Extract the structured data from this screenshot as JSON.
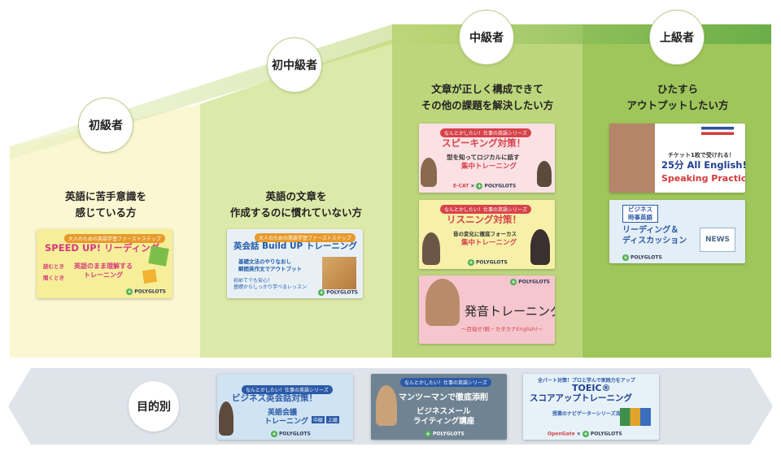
{
  "levels": {
    "beginner": {
      "label": "初級者",
      "description": [
        "英語に苦手意識を",
        "感じている方"
      ]
    },
    "lower_intermediate": {
      "label": "初中級者",
      "description": [
        "英語の文章を",
        "作成するのに慣れていない方"
      ]
    },
    "intermediate": {
      "label": "中級者",
      "description": [
        "文章が正しく構成できて",
        "その他の課題を解決したい方"
      ]
    },
    "advanced": {
      "label": "上級者",
      "description": [
        "ひたすら",
        "アウトプットしたい方"
      ]
    }
  },
  "purpose": {
    "label": "目的別"
  },
  "banners": {
    "speedup": {
      "tag": "大人のための英語学習ファーストステップ",
      "title": "SPEED UP! リーディング",
      "chips": [
        "読むとき",
        "聞くとき"
      ],
      "sub": [
        "英語のまま理解する",
        "トレーニング"
      ],
      "logo": "POLYGLOTS"
    },
    "buildup": {
      "tag": "大人のための英語学習ファーストステップ",
      "title": "英会話 Build UP トレーニング",
      "checks": [
        "基礎文法のやりなおし",
        "瞬間英作文でアウトプット"
      ],
      "note": [
        "初めてでも安心！",
        "基礎からしっかり学べるレッスン"
      ],
      "logo": "POLYGLOTS"
    },
    "speaking": {
      "tag": "なんとかしたい！仕事の英語シリーズ",
      "title": "スピーキング対策！",
      "sub": [
        "型を知ってロジカルに話す",
        "集中トレーニング"
      ],
      "logo_left": "E-CAT",
      "logo_x": "×",
      "logo": "POLYGLOTS"
    },
    "listening": {
      "tag": "なんとかしたい！仕事の英語シリーズ",
      "title": "リスニング対策！",
      "sub": [
        "音の変化に徹底フォーカス",
        "集中トレーニング"
      ],
      "logo": "POLYGLOTS"
    },
    "pronunciation": {
      "title": "発音トレーニング",
      "sub": "〜目指せ!脱・カタカナEnglish!〜",
      "logo": "POLYGLOTS"
    },
    "allenglish": {
      "tag": "チケット1枚で受けれる！",
      "title": "25分 All English!",
      "sub": "Speaking Practice"
    },
    "jiji": {
      "badge": [
        "ビジネス",
        "時事英語"
      ],
      "title": [
        "リーディング＆",
        "ディスカッション"
      ],
      "news": "NEWS",
      "logo": "POLYGLOTS"
    },
    "business_conv": {
      "tag": "なんとかしたい！仕事の英語シリーズ",
      "title": "ビジネス英会話対策！",
      "sub": [
        "英語会議",
        "トレーニング"
      ],
      "badge": "中級",
      "badge2": "上級",
      "logo": "POLYGLOTS"
    },
    "email": {
      "tag": "なんとかしたい！仕事の英語シリーズ",
      "title": "マンツーマンで徹底添削",
      "sub": [
        "ビジネスメール",
        "ライティング講座"
      ],
      "logo": "POLYGLOTS"
    },
    "toeic": {
      "tag": "全パート対策！プロと学んで実践力をアップ",
      "title": [
        "TOEIC®",
        "スコアアップトレーニング"
      ],
      "sub": "授業のナビゲーターシリーズ活用",
      "logo_left": "OpenGate",
      "logo_x": "×",
      "logo": "POLYGLOTS"
    }
  },
  "colors": {
    "zone1": "#fbf7d2",
    "zone2": "#dde9a8",
    "zone3": "#bcd67a",
    "zone4": "#9cc455",
    "arrow": "#dfe3ea",
    "accent_green": "#4caf50"
  }
}
